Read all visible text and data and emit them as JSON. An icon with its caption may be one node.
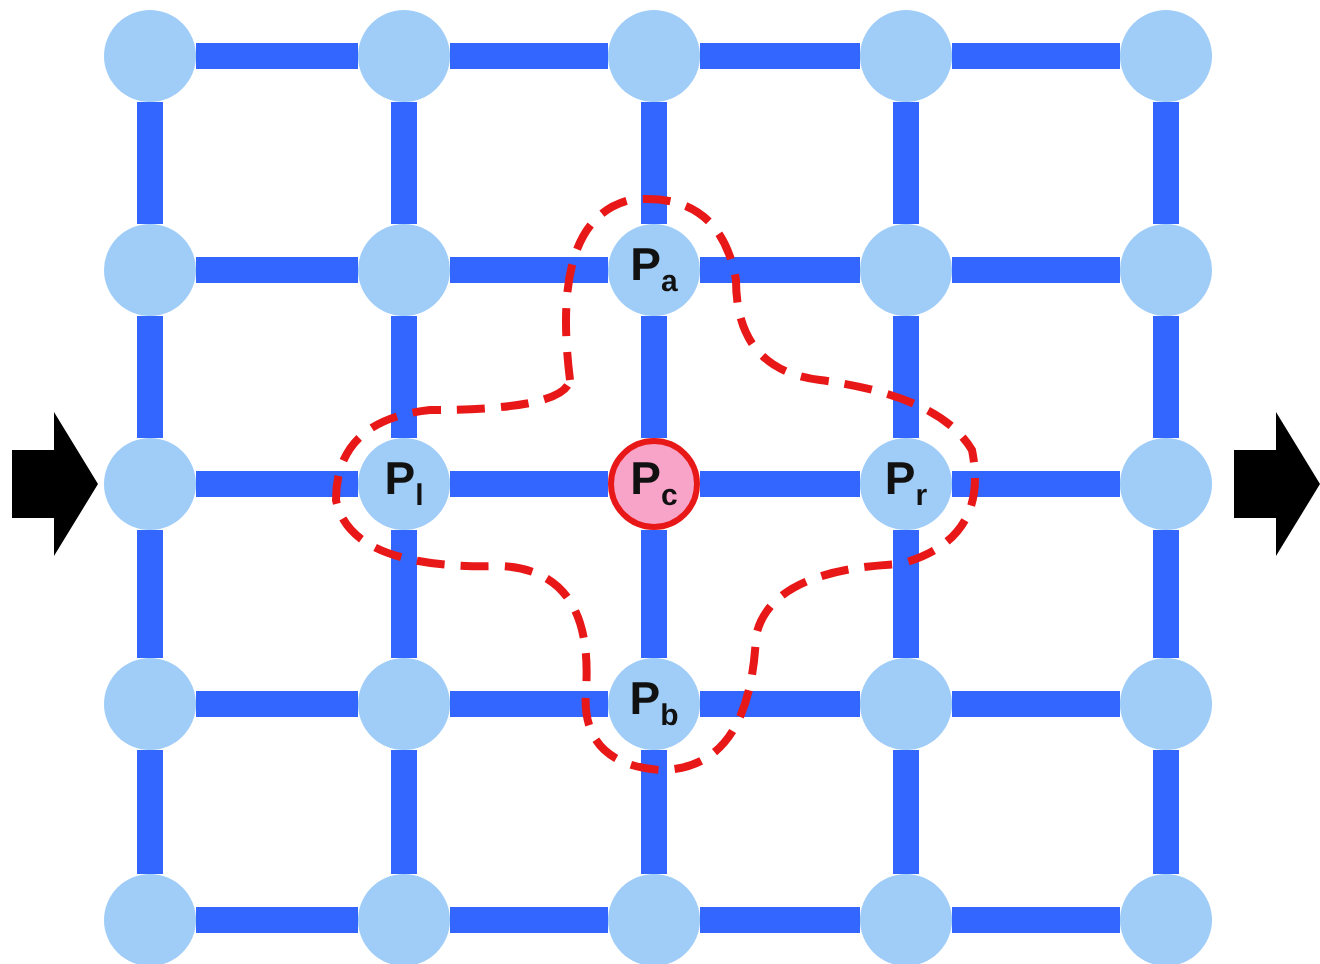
{
  "diagram": {
    "nodes": [
      {
        "text": [],
        "shape": "circle"
      },
      {
        "text": [],
        "shape": "circle"
      },
      {
        "text": [],
        "shape": "circle"
      },
      {
        "text": [],
        "shape": "circle"
      },
      {
        "text": [],
        "shape": "circle"
      },
      {
        "text": [],
        "shape": "circle"
      },
      {
        "text": [],
        "shape": "circle"
      },
      {
        "text": [
          "P$_{a}$"
        ]
      },
      {
        "text": [],
        "shape": "circle"
      },
      {
        "text": [],
        "shape": "circle"
      },
      {
        "text": [],
        "shape": "circle"
      },
      {
        "text": [
          "P$_{l}$"
        ]
      },
      {
        "text": [
          "P$_{c}$"
        ]
      },
      {
        "text": [
          "P$_{r}$"
        ]
      },
      {
        "text": [],
        "shape": "circle"
      },
      {
        "text": [],
        "shape": "circle"
      },
      {
        "text": [],
        "shape": "circle"
      },
      {
        "text": [
          "P$_{b}$"
        ]
      },
      {
        "text": [],
        "shape": "circle"
      },
      {
        "text": [],
        "shape": "circle"
      },
      {
        "text": [],
        "shape": "circle"
      },
      {
        "text": [],
        "shape": "circle"
      },
      {
        "text": [],
        "shape": "circle"
      },
      {
        "text": [],
        "shape": "circle"
      },
      {
        "text": [],
        "shape": "circle"
      }
    ],
    "edges": [
      {
        "from": 0,
        "to": 1,
        "arrow": "none"
      },
      {
        "from": 1,
        "to": 2,
        "arrow": "none"
      },
      {
        "from": 2,
        "to": 3,
        "arrow": "none"
      },
      {
        "from": 3,
        "to": 4,
        "arrow": "none"
      },
      {
        "from": 5,
        "to": 6,
        "arrow": "none"
      },
      {
        "from": 6,
        "to": 7,
        "arrow": "none"
      },
      {
        "from": 7,
        "to": 8,
        "arrow": "none"
      },
      {
        "from": 8,
        "to": 9,
        "arrow": "none"
      },
      {
        "from": 10,
        "to": 11,
        "arrow": "none"
      },
      {
        "from": 11,
        "to": 12,
        "arrow": "none"
      },
      {
        "from": 12,
        "to": 13,
        "arrow": "none"
      },
      {
        "from": 13,
        "to": 14,
        "arrow": "none"
      },
      {
        "from": 15,
        "to": 16,
        "arrow": "none"
      },
      {
        "from": 16,
        "to": 17,
        "arrow": "none"
      },
      {
        "from": 17,
        "to": 18,
        "arrow": "none"
      },
      {
        "from": 18,
        "to": 19,
        "arrow": "none"
      },
      {
        "from": 20,
        "to": 21,
        "arrow": "none"
      },
      {
        "from": 21,
        "to": 22,
        "arrow": "none"
      },
      {
        "from": 22,
        "to": 23,
        "arrow": "none"
      },
      {
        "from": 23,
        "to": 24,
        "arrow": "none"
      },
      {
        "from": 0,
        "to": 5,
        "arrow": "none"
      },
      {
        "from": 5,
        "to": 10,
        "arrow": "none"
      },
      {
        "from": 10,
        "to": 15,
        "arrow": "none"
      },
      {
        "from": 15,
        "to": 20,
        "arrow": "none"
      },
      {
        "from": 1,
        "to": 6,
        "arrow": "none"
      },
      {
        "from": 6,
        "to": 11,
        "arrow": "none"
      },
      {
        "from": 11,
        "to": 16,
        "arrow": "none"
      },
      {
        "from": 16,
        "to": 21,
        "arrow": "none"
      },
      {
        "from": 2,
        "to": 7,
        "arrow": "none"
      },
      {
        "from": 7,
        "to": 12,
        "arrow": "none"
      },
      {
        "from": 12,
        "to": 17,
        "arrow": "none"
      },
      {
        "from": 17,
        "to": 22,
        "arrow": "none"
      },
      {
        "from": 3,
        "to": 8,
        "arrow": "none"
      },
      {
        "from": 8,
        "to": 13,
        "arrow": "none"
      },
      {
        "from": 13,
        "to": 18,
        "arrow": "none"
      },
      {
        "from": 18,
        "to": 23,
        "arrow": "none"
      },
      {
        "from": 4,
        "to": 9,
        "arrow": "none"
      },
      {
        "from": 9,
        "to": 14,
        "arrow": "none"
      },
      {
        "from": 14,
        "to": 19,
        "arrow": "none"
      },
      {
        "from": 19,
        "to": 24,
        "arrow": "none"
      }
    ]
  }
}
